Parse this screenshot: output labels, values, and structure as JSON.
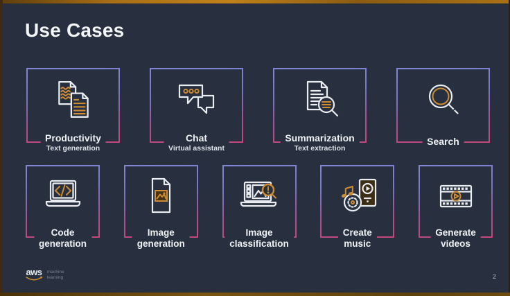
{
  "slide": {
    "title": "Use Cases",
    "background_color": "#28303f",
    "top_bar_color": "#c08119",
    "card_border_gradient": [
      "#8287d4",
      "#c4487a"
    ],
    "icon_line_color": "#e9edf1",
    "icon_accent_color": "#cf8d33"
  },
  "rows": [
    {
      "cards": [
        {
          "icon": "productivity-documents-icon",
          "title": "Productivity",
          "subtitle": "Text generation"
        },
        {
          "icon": "chat-bubbles-icon",
          "title": "Chat",
          "subtitle": "Virtual assistant"
        },
        {
          "icon": "summarization-magnifier-icon",
          "title": "Summarization",
          "subtitle": "Text extraction"
        },
        {
          "icon": "search-magnifier-icon",
          "title": "Search",
          "subtitle": ""
        }
      ]
    },
    {
      "cards": [
        {
          "icon": "code-laptop-icon",
          "title_line1": "Code",
          "title_line2": "generation"
        },
        {
          "icon": "image-document-icon",
          "title_line1": "Image",
          "title_line2": "generation"
        },
        {
          "icon": "image-classification-icon",
          "title_line1": "Image",
          "title_line2": "classification"
        },
        {
          "icon": "create-music-icon",
          "title_line1": "Create",
          "title_line2": "music"
        },
        {
          "icon": "generate-videos-icon",
          "title_line1": "Generate",
          "title_line2": "videos"
        }
      ]
    }
  ],
  "footer": {
    "logo_text": "aws",
    "logo_sub_line1": "machine",
    "logo_sub_line2": "learning",
    "page_number": "2"
  }
}
